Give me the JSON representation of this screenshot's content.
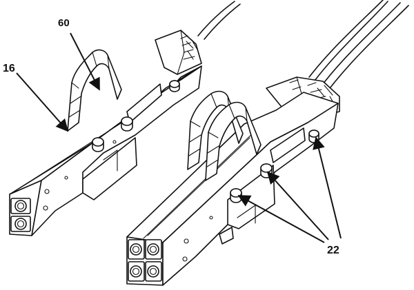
{
  "labels": {
    "connector_ref": "16",
    "latch_ref": "60",
    "post_ref": "22"
  }
}
